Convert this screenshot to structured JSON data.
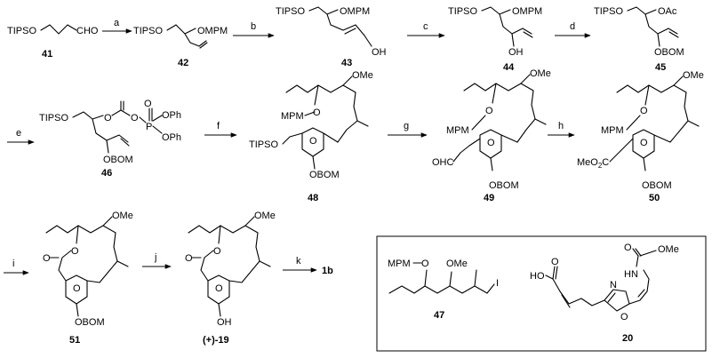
{
  "scheme": {
    "compounds": [
      {
        "id": "c41",
        "number": "41"
      },
      {
        "id": "c42",
        "number": "42"
      },
      {
        "id": "c43",
        "number": "43"
      },
      {
        "id": "c44",
        "number": "44"
      },
      {
        "id": "c45",
        "number": "45"
      },
      {
        "id": "c46",
        "number": "46"
      },
      {
        "id": "c48",
        "number": "48"
      },
      {
        "id": "c49",
        "number": "49"
      },
      {
        "id": "c50",
        "number": "50"
      },
      {
        "id": "c51",
        "number": "51"
      },
      {
        "id": "c19",
        "number": "(+)-19"
      },
      {
        "id": "c1b",
        "number": "1b"
      },
      {
        "id": "c47",
        "number": "47"
      },
      {
        "id": "c20",
        "number": "20"
      }
    ],
    "steps": [
      "a",
      "b",
      "c",
      "d",
      "e",
      "f",
      "g",
      "h",
      "i",
      "j",
      "k"
    ],
    "groups": {
      "tipso": "TIPSO",
      "cho": "CHO",
      "ompm": "OMPM",
      "oh": "OH",
      "oac": "OAc",
      "obom": "OBOM",
      "o": "O",
      "p": "P",
      "oph": "OPh",
      "mpm_o": "MPM",
      "ome": "OMe",
      "ohc": "OHC",
      "meo2c": "MeO",
      "co2sub": "2",
      "co2c": "C",
      "i": "I",
      "ho": "HO",
      "hn": "HN",
      "n": "N"
    }
  }
}
